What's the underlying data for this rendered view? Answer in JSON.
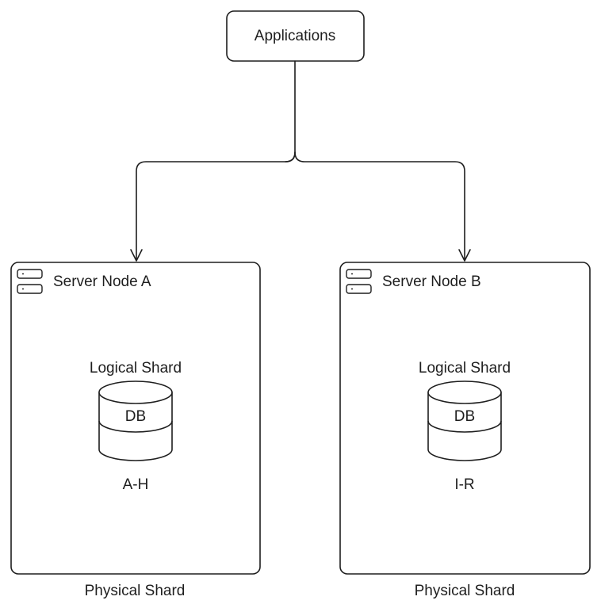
{
  "applications": {
    "label": "Applications"
  },
  "nodes": [
    {
      "title": "Server Node A",
      "shard_label": "Logical Shard",
      "db_label": "DB",
      "range": "A-H",
      "footer": "Physical Shard"
    },
    {
      "title": "Server Node B",
      "shard_label": "Logical Shard",
      "db_label": "DB",
      "range": "I-R",
      "footer": "Physical Shard"
    }
  ],
  "icons": {
    "server": "server-icon",
    "database": "database-icon",
    "arrow": "arrow-down-icon"
  },
  "colors": {
    "stroke": "#1e1e1e",
    "background": "#ffffff"
  }
}
